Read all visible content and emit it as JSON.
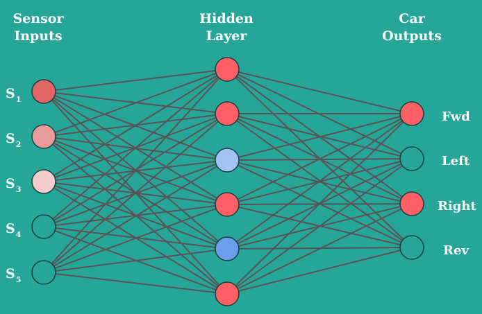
{
  "headers": {
    "inputs": [
      "Sensor",
      "Inputs"
    ],
    "hidden": [
      "Hidden",
      "Layer"
    ],
    "outputs": [
      "Car",
      "Outputs"
    ]
  },
  "sensors": [
    {
      "letter": "S",
      "sub": "1",
      "color": "#e06666"
    },
    {
      "letter": "S",
      "sub": "2",
      "color": "#e89a9a"
    },
    {
      "letter": "S",
      "sub": "3",
      "color": "#f4cccc"
    },
    {
      "letter": "S",
      "sub": "4",
      "color": "#26a699"
    },
    {
      "letter": "S",
      "sub": "5",
      "color": "#26a699"
    }
  ],
  "hidden_nodes": [
    {
      "color": "#ff6066"
    },
    {
      "color": "#ff6066"
    },
    {
      "color": "#a4c2f4"
    },
    {
      "color": "#ff6066"
    },
    {
      "color": "#6d9eeb"
    },
    {
      "color": "#ff6066"
    }
  ],
  "outputs": [
    {
      "label": "Fwd",
      "color": "#ff6066"
    },
    {
      "label": "Left",
      "color": "#26a699"
    },
    {
      "label": "Right",
      "color": "#ff6066"
    },
    {
      "label": "Rev",
      "color": "#26a699"
    }
  ],
  "colors": {
    "background": "#26a699",
    "edge": "#5a5254",
    "node_outline": "#15403c",
    "text": "#ffffff"
  }
}
